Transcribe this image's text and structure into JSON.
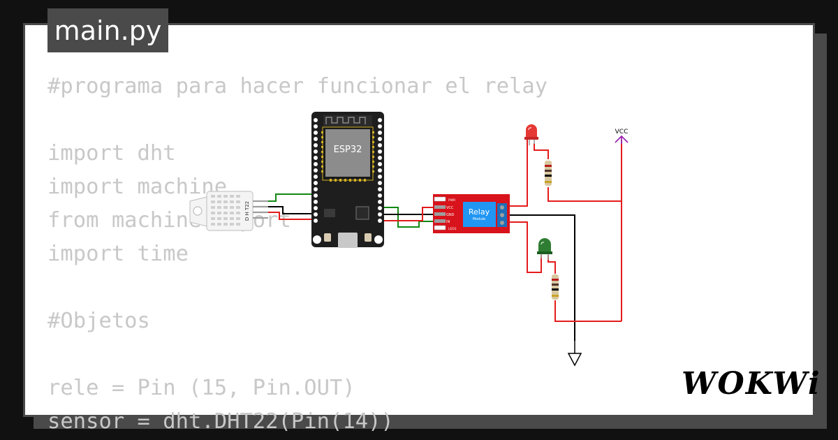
{
  "tab": {
    "filename": "main.py"
  },
  "code_lines": [
    "#programa para hacer funcionar el relay",
    "",
    "import dht",
    "import machine",
    "from machine import",
    "import time",
    "",
    "#Objetos",
    "",
    "rele = Pin (15, Pin.OUT)",
    "sensor = dht.DHT22(Pin(14))"
  ],
  "circuit": {
    "mcu_label": "ESP32",
    "sensor_label": "D H T22",
    "relay_label": "Relay",
    "relay_sublabel": "Module",
    "relay_pin_vcc": "VCC",
    "relay_pin_gnd": "GND",
    "relay_pin_in": "IN",
    "relay_led_pwr": "PWR",
    "relay_led_led1": "LED1",
    "vcc_label": "VCC"
  },
  "brand": {
    "logo_text": "WOKWi"
  },
  "colors": {
    "background": "#111111",
    "frame": "#4a4a4a",
    "code_text": "#c8c8c8",
    "board": "#1e1e1e",
    "relay_board": "#d8131b",
    "relay_block": "#2196f3",
    "wire_red": "#e41b1b",
    "wire_green": "#118811",
    "wire_black": "#000000",
    "led_red": "#e53935",
    "led_green": "#2e7d32",
    "vcc_purple": "#9c27b0"
  }
}
